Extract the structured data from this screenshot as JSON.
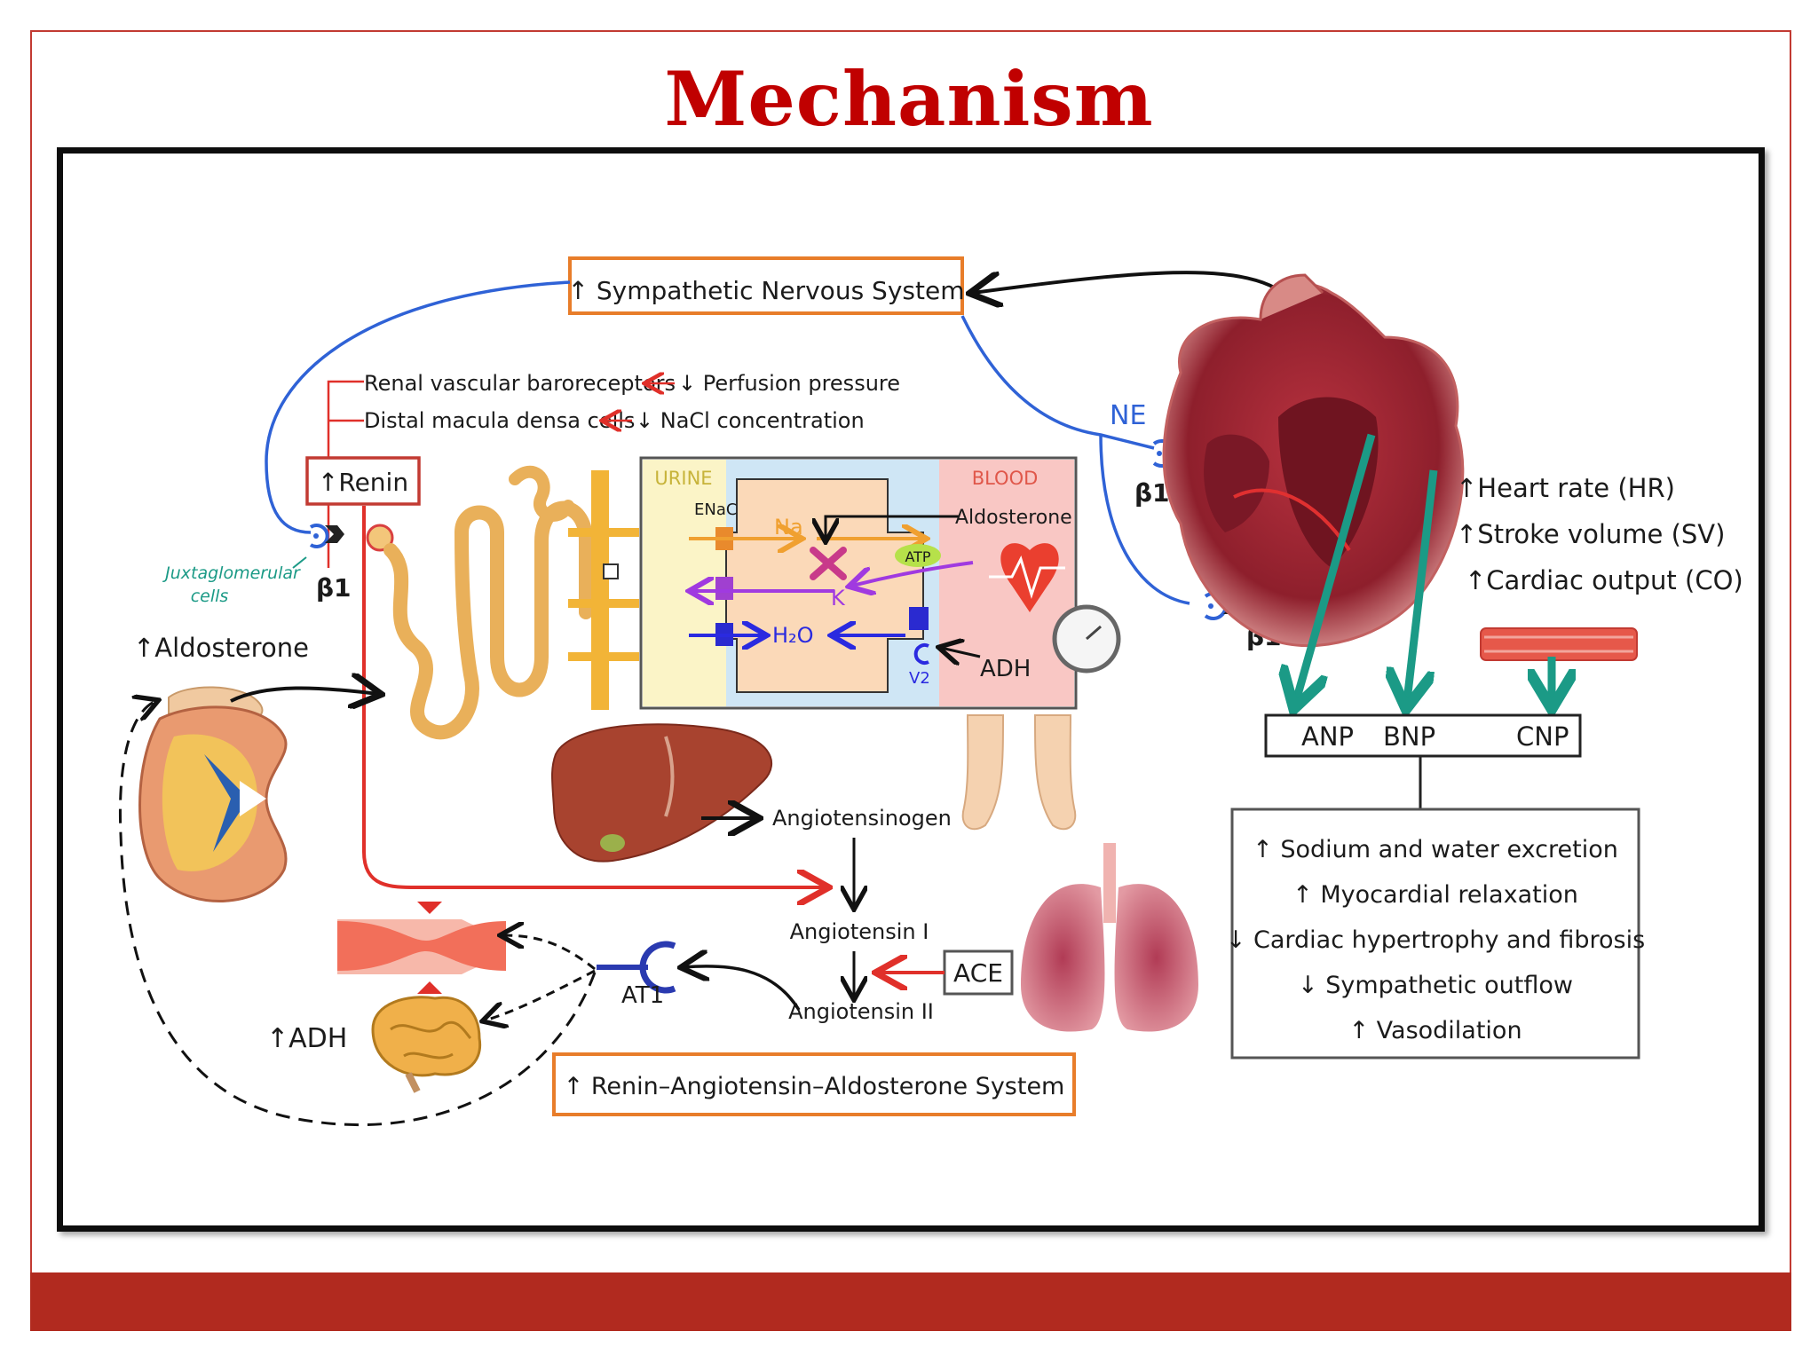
{
  "slide": {
    "title": "Mechanism",
    "colors": {
      "title": "#c00000",
      "footer": "#b12a1f",
      "frame": "#c23a32"
    }
  },
  "diagram": {
    "sns_box": "↑ Sympathetic Nervous System",
    "raas_box": "↑ Renin–Angiotensin–Aldosterone System",
    "renin_box": "↑Renin",
    "ne_label": "NE",
    "beta1_heart_top": "β1",
    "beta1_heart_bottom": "β1",
    "beta1_kidney": "β1",
    "baroreceptor_line": "Renal vascular baroreceptors",
    "perfusion_line": "↓ Perfusion pressure",
    "macula_line": "Distal macula densa cells",
    "nacl_line": "↓ NaCl concentration",
    "juxta_label_1": "Juxtaglomerular",
    "juxta_label_2": "cells",
    "aldosterone_left": "↑Aldosterone",
    "adh_left": "↑ADH",
    "urine_label": "URINE",
    "blood_label": "BLOOD",
    "enac_label": "ENaC",
    "na_label": "Na",
    "k_label": "K",
    "h2o_label": "H₂O",
    "atp_label": "ATP",
    "aldosterone_blood": "Aldosterone",
    "adh_blood": "ADH",
    "v2_label": "V2",
    "angiotensinogen": "Angiotensinogen",
    "angiotensin_1": "Angiotensin I",
    "angiotensin_2": "Angiotensin II",
    "ace_label": "ACE",
    "at1_label": "AT1",
    "heart_effects": [
      "↑Heart rate (HR)",
      "↑Stroke volume (SV)",
      "↑Cardiac output (CO)"
    ],
    "peptides": [
      "ANP",
      "BNP",
      "CNP"
    ],
    "peptide_effects": [
      "↑ Sodium and water excretion",
      "↑ Myocardial relaxation",
      "↓ Cardiac hypertrophy and fibrosis",
      "↓ Sympathetic outflow",
      "↑ Vasodilation"
    ]
  }
}
